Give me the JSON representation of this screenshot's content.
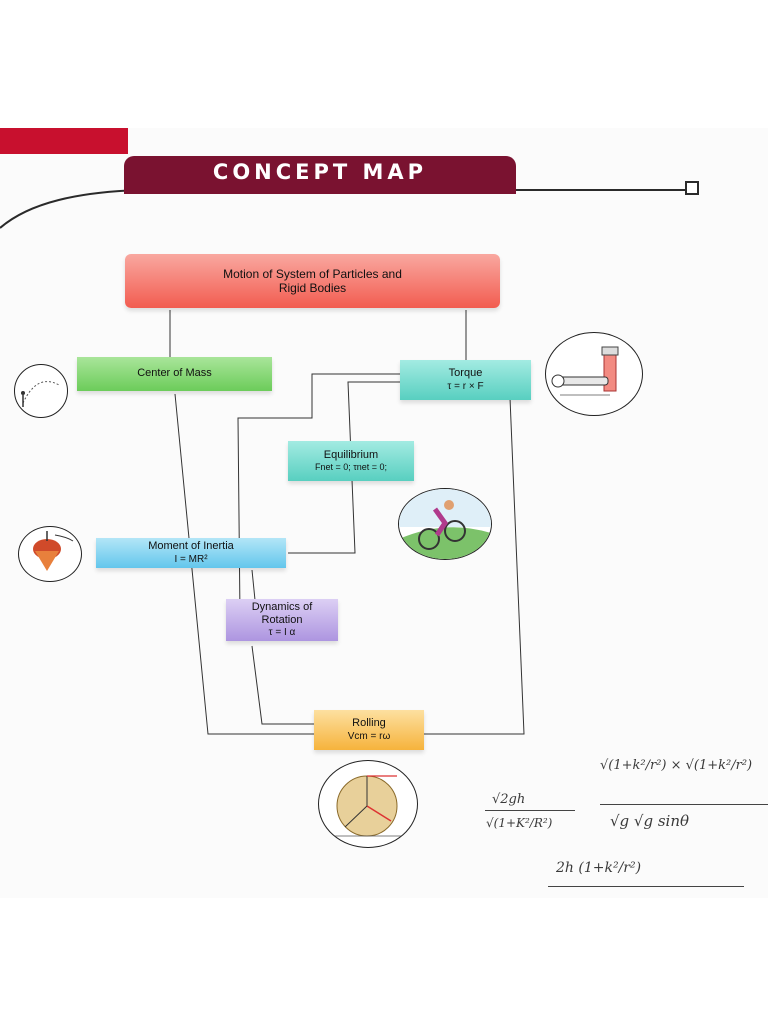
{
  "header": {
    "title": "CONCEPT MAP"
  },
  "nodes": {
    "root": {
      "line1": "Motion of System of Particles and",
      "line2": "Rigid Bodies"
    },
    "center_of_mass": {
      "label": "Center of Mass"
    },
    "torque": {
      "label": "Torque",
      "formula": "τ = r × F"
    },
    "equilibrium": {
      "label": "Equilibrium",
      "formula": "Fnet = 0; τnet = 0;"
    },
    "moment_of_inertia": {
      "label": "Moment of Inertia",
      "formula": "I = MR²"
    },
    "dynamics_of_rotation": {
      "line1": "Dynamics of",
      "line2": "Rotation",
      "formula": "τ = I α"
    },
    "rolling": {
      "label": "Rolling",
      "formula": "Vcm = rω"
    }
  },
  "colors": {
    "header": "#7a1230",
    "root": "#f5615a",
    "center_of_mass": "#7ed36a",
    "torque": "#6fd7c8",
    "equilibrium": "#6fd7c8",
    "moment_of_inertia": "#7fd3f0",
    "dynamics_of_rotation": "#bca6e6",
    "rolling": "#f8c154"
  },
  "images": [
    "projectile-illustration",
    "wrench-torque-illustration",
    "cyclist-illustration",
    "spinning-top-illustration",
    "rolling-wheel-illustration"
  ],
  "handwriting": {
    "left_fraction_num": "√2gh",
    "left_fraction_den": "√(1+K²/R²)",
    "top_term": "√(1+k²/r²) × √(1+k²/r²)",
    "mid_term": "√g √g sinθ",
    "bottom_term": "2h (1+k²/r²)"
  }
}
